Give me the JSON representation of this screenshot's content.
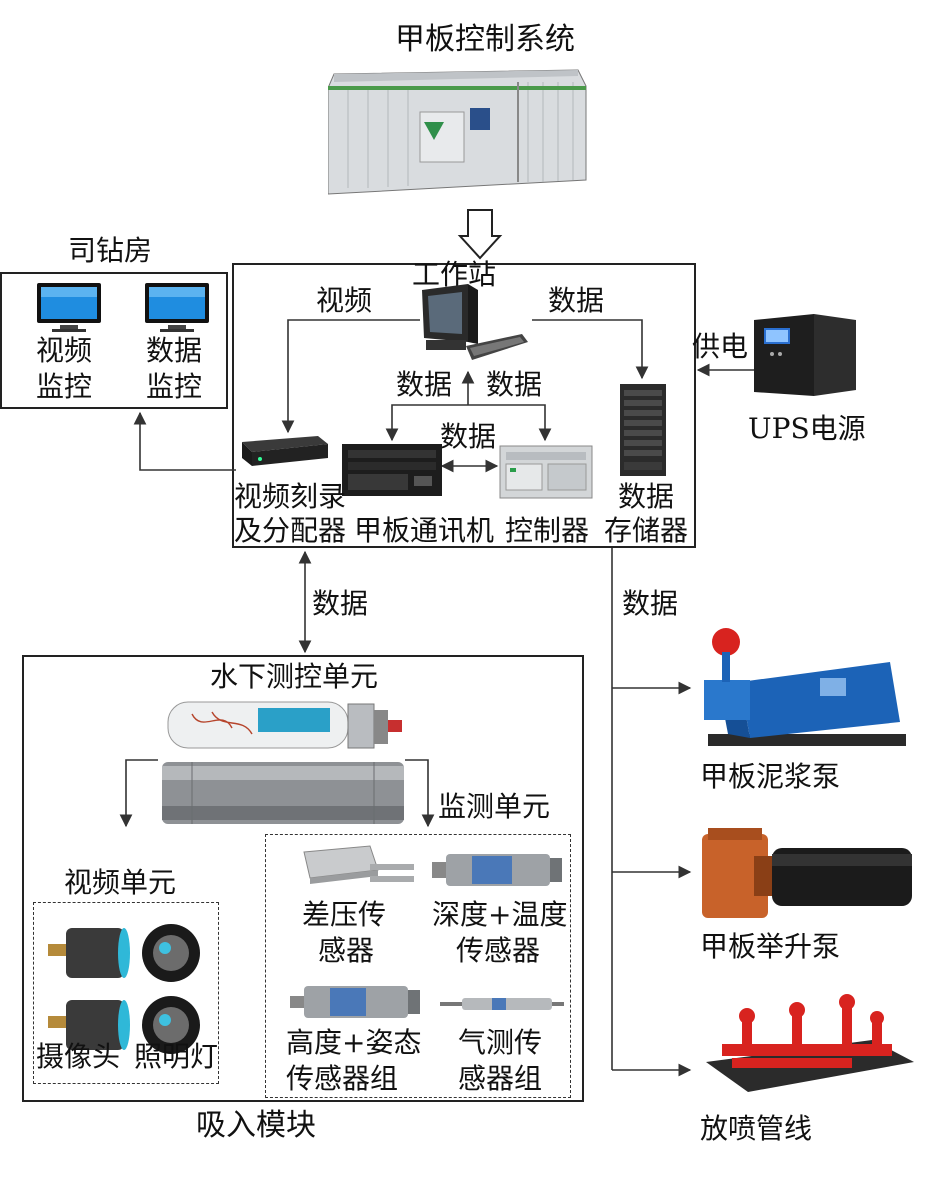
{
  "deck_system": {
    "title": "甲板控制系统"
  },
  "driller_house": {
    "title": "司钻房",
    "video_monitor": [
      "视频",
      "监控"
    ],
    "data_monitor": [
      "数据",
      "监控"
    ]
  },
  "workstation": {
    "title": "工作站"
  },
  "edges": {
    "video": "视频",
    "data": "数据",
    "power": "供电"
  },
  "devices": {
    "video_recorder": [
      "视频刻录",
      "及分配器"
    ],
    "comm_machine": "甲板通讯机",
    "controller": "控制器",
    "storage": [
      "数据",
      "存储器"
    ]
  },
  "ups": {
    "label": "UPS电源"
  },
  "suction_module": {
    "title": "吸入模块",
    "underwater_unit": "水下测控单元",
    "monitor_unit": "监测单元",
    "video_unit": "视频单元",
    "camera_light": {
      "camera": "摄像头",
      "light": "照明灯"
    },
    "sensors": {
      "diff_pressure": [
        "差压传",
        "感器"
      ],
      "depth_temp": [
        "深度+温度",
        "传感器"
      ],
      "height_attitude": [
        "高度+姿态",
        "传感器组"
      ],
      "gas": [
        "气测传",
        "感器组"
      ]
    }
  },
  "equipment": {
    "mud_pump": "甲板泥浆泵",
    "lift_pump": "甲板举升泵",
    "blowout_line": "放喷管线"
  },
  "colors": {
    "line": "#333333",
    "pump_blue": "#1c63b7",
    "lift_orange": "#c8622a",
    "blowout_red": "#d8231f"
  }
}
